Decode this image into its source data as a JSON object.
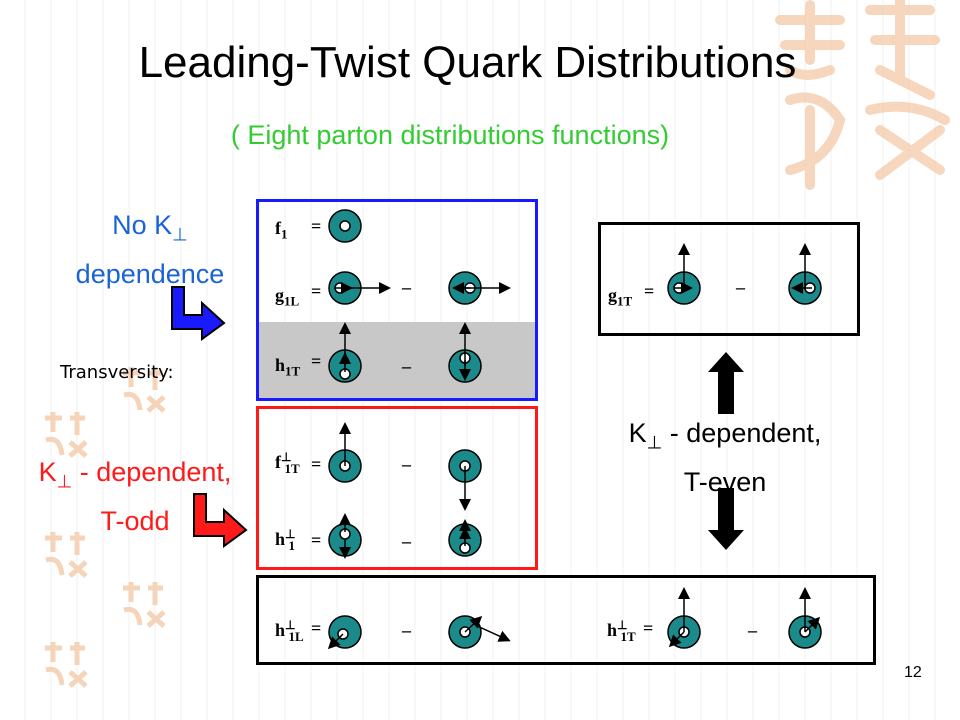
{
  "title": "Leading-Twist Quark Distributions",
  "subtitle": "( Eight parton distributions functions)",
  "left_labels": {
    "no_k_line1": "No K",
    "no_k_line2": "dependence",
    "transversity": "Transversity:",
    "odd_line1": "K",
    "odd_line1_tail": " - dependent,",
    "odd_line2": "T-odd"
  },
  "right_labels": {
    "even_line1": "K",
    "even_line1_tail": " - dependent,",
    "even_line2": "T-even"
  },
  "perp_symbol": "⊥",
  "equals": "=",
  "minus": "–",
  "functions": {
    "f1": {
      "base": "f",
      "sub": "1",
      "sup": ""
    },
    "g1L": {
      "base": "g",
      "sub": "1L",
      "sup": ""
    },
    "h1T": {
      "base": "h",
      "sub": "1T",
      "sup": ""
    },
    "f1T_perp": {
      "base": "f",
      "sub": "1T",
      "sup": "⊥"
    },
    "h1_perp": {
      "base": "h",
      "sub": "1",
      "sup": "⊥"
    },
    "g1T": {
      "base": "g",
      "sub": "1T",
      "sup": ""
    },
    "h1L_perp": {
      "base": "h",
      "sub": "1L",
      "sup": "⊥"
    },
    "h1T_perp": {
      "base": "h",
      "sub": "1T",
      "sup": "⊥"
    }
  },
  "page_number": "12",
  "colors": {
    "blue_box": "#1a1aff",
    "red_box": "#ff1a1a",
    "nucleon": "#1a8a8a",
    "quark": "#ffffff",
    "arrow_blue": "#1a64d8",
    "arrow_red": "#ff1a1a"
  }
}
